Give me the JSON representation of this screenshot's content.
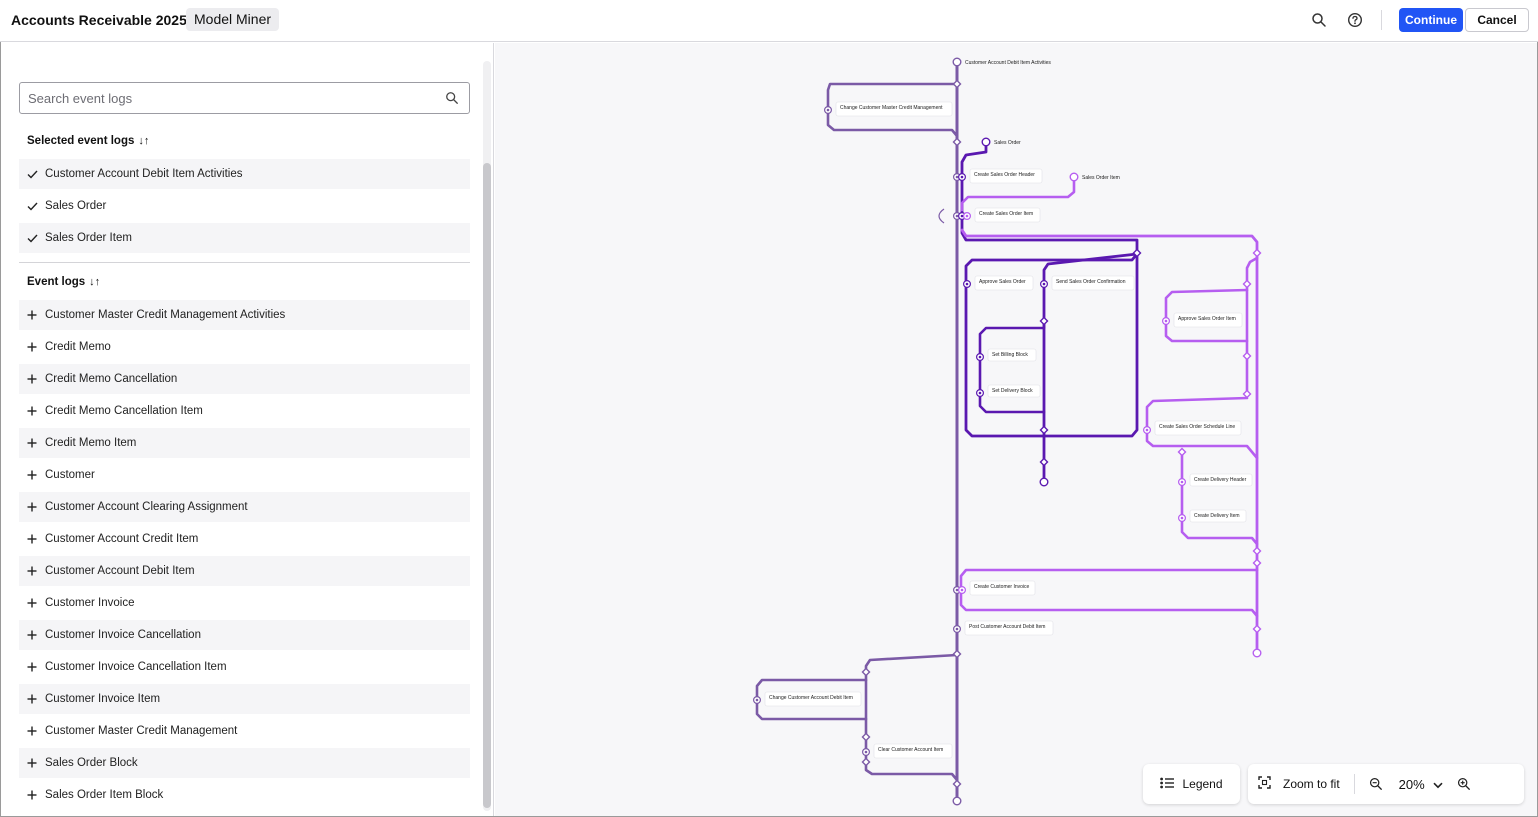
{
  "header": {
    "title": "Accounts Receivable 2025",
    "badge": "Model Miner",
    "continue_label": "Continue",
    "cancel_label": "Cancel"
  },
  "sidebar": {
    "search_placeholder": "Search event logs",
    "selected_title": "Selected event logs",
    "selected": [
      "Customer Account Debit Item Activities",
      "Sales Order",
      "Sales Order Item"
    ],
    "event_logs_title": "Event logs",
    "event_logs": [
      "Customer Master Credit Management Activities",
      "Credit Memo",
      "Credit Memo Cancellation",
      "Credit Memo Cancellation Item",
      "Credit Memo Item",
      "Customer",
      "Customer Account Clearing Assignment",
      "Customer Account Credit Item",
      "Customer Account Debit Item",
      "Customer Invoice",
      "Customer Invoice Cancellation",
      "Customer Invoice Cancellation Item",
      "Customer Invoice Item",
      "Customer Master Credit Management",
      "Sales Order Block",
      "Sales Order Item Block"
    ]
  },
  "graph": {
    "colors": {
      "debit": "#7b5aa6",
      "order": "#5a18b0",
      "item": "#b65ef0"
    },
    "object_types": {
      "debit": "Customer Account Debit Item Activities",
      "order": "Sales Order",
      "item": "Sales Order Item"
    },
    "activities": {
      "change_credit": "Change Customer Master Credit Management",
      "create_so_header": "Create Sales Order Header",
      "create_so_item": "Create Sales Order Item",
      "approve_so": "Approve Sales Order",
      "send_confirmation": "Send Sales Order Confirmation",
      "set_billing_block": "Set Billing Block",
      "set_delivery_block": "Set Delivery Block",
      "approve_so_item": "Approve Sales Order Item",
      "create_schedule_line": "Create Sales Order Schedule Line",
      "create_delivery_header": "Create Delivery Header",
      "create_delivery_item": "Create Delivery Item",
      "create_invoice": "Create Customer Invoice",
      "post_debit_item": "Post Customer Account Debit Item",
      "change_debit_item": "Change Customer Account Debit Item",
      "clear_account_item": "Clear Customer Account Item"
    }
  },
  "toolbar": {
    "legend_label": "Legend",
    "zoom_fit_label": "Zoom to fit",
    "zoom_level": "20%"
  },
  "icons": {
    "search": "search-icon",
    "help": "help-icon",
    "sort": "sort-icon",
    "check": "check-icon",
    "add": "plus-icon",
    "legend": "legend-icon",
    "zoom_fit": "zoom-fit-icon",
    "zoom_out": "zoom-out-icon",
    "zoom_in": "zoom-in-icon",
    "dropdown": "chevron-down-icon"
  }
}
